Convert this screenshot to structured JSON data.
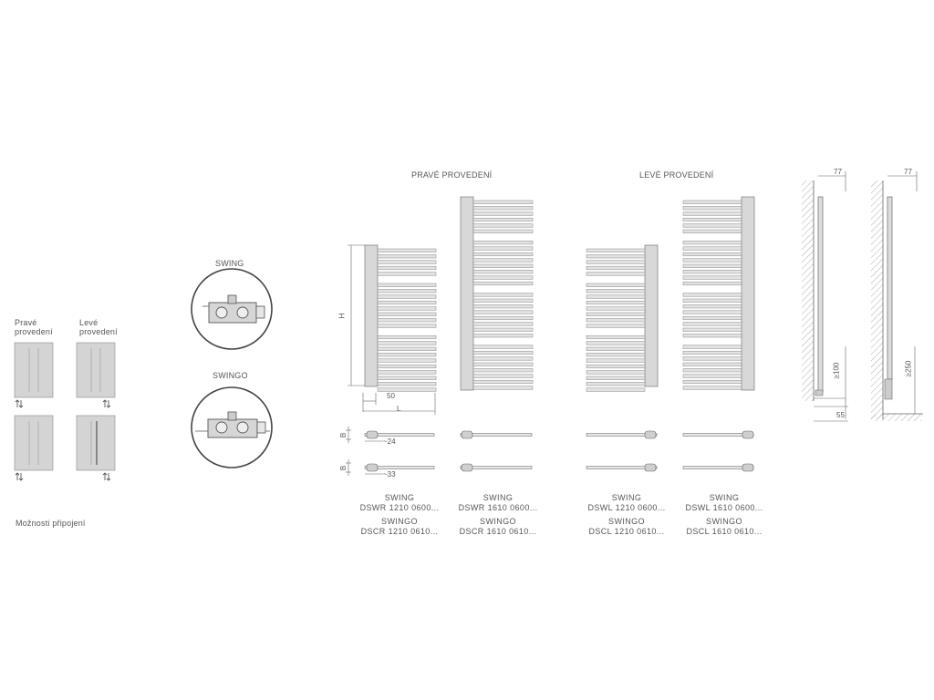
{
  "connection": {
    "right_label_line1": "Pravé",
    "right_label_line2": "provedení",
    "left_label_line1": "Levé",
    "left_label_line2": "provedení",
    "footer": "Možnosti připojení"
  },
  "valves": {
    "swing_title": "SWING",
    "swingo_title": "SWINGO"
  },
  "headers": {
    "right_version": "PRAVÉ PROVEDENÍ",
    "left_version": "LEVÉ PROVEDENÍ"
  },
  "dimensions": {
    "height": "H",
    "width": "L",
    "offset_50": "50",
    "depth_b1": "B",
    "depth_b2": "B",
    "approx_24": "~24",
    "approx_33": "~33",
    "side1_77": "77",
    "side1_100": "≥100",
    "side1_55": "55",
    "side2_77": "77",
    "side2_250": "≥250"
  },
  "models": [
    {
      "swing": "SWING",
      "swing_code": "DSWR 1210 0600...",
      "swingo": "SWINGO",
      "swingo_code": "DSCR 1210 0610..."
    },
    {
      "swing": "SWING",
      "swing_code": "DSWR 1610 0600...",
      "swingo": "SWINGO",
      "swingo_code": "DSCR 1610 0610..."
    },
    {
      "swing": "SWING",
      "swing_code": "DSWL 1210 0600...",
      "swingo": "SWINGO",
      "swingo_code": "DSCL 1210 0610..."
    },
    {
      "swing": "SWING",
      "swing_code": "DSWL 1610 0600...",
      "swingo": "SWINGO",
      "swingo_code": "DSCL 1610 0610..."
    }
  ],
  "colors": {
    "line": "#888888",
    "fill": "#d6d6d6",
    "dark": "#555555"
  }
}
